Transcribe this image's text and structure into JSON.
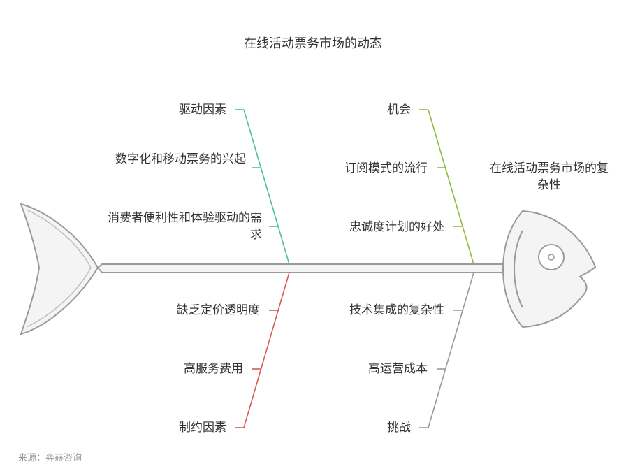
{
  "title": "在线活动票务市场的动态",
  "effect": "在线活动票务市场的复杂性",
  "source": "来源：弈赫咨询",
  "categories": {
    "drivers": {
      "label": "驱动因素",
      "color": "#4cc38a",
      "items": [
        "数字化和移动票务的兴起",
        "消费者便利性和体验驱动的需求"
      ]
    },
    "opportunities": {
      "label": "机会",
      "color": "#8dbb3c",
      "items": [
        "订阅模式的流行",
        "忠诚度计划的好处"
      ]
    },
    "constraints": {
      "label": "制约因素",
      "color": "#d9584f",
      "items": [
        "缺乏定价透明度",
        "高服务费用"
      ]
    },
    "challenges": {
      "label": "挑战",
      "color": "#999999",
      "items": [
        "技术集成的复杂性",
        "高运营成本"
      ]
    }
  }
}
